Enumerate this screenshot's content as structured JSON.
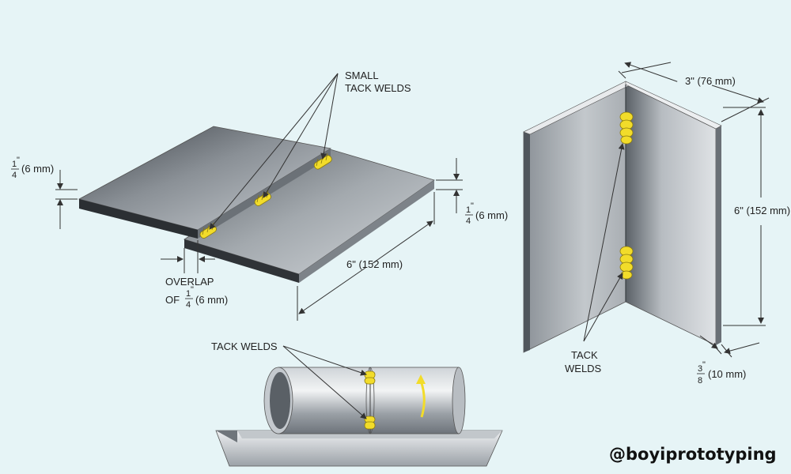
{
  "lap_joint": {
    "small_tack_welds_line1": "SMALL",
    "small_tack_welds_line2": "TACK WELDS",
    "thickness_top": {
      "num": "1",
      "den": "4",
      "inch": "\"",
      "mm": "(6 mm)"
    },
    "thickness_right": {
      "num": "1",
      "den": "4",
      "inch": "\"",
      "mm": "(6 mm)"
    },
    "length": "6\" (152 mm)",
    "overlap_line1": "OVERLAP",
    "overlap_of": "OF",
    "overlap_frac": {
      "num": "1",
      "den": "4",
      "inch": "\"",
      "mm": "(6 mm)"
    }
  },
  "corner_joint": {
    "width": "3\" (76 mm)",
    "height": "6\" (152 mm)",
    "tack_line1": "TACK",
    "tack_line2": "WELDS",
    "thickness": {
      "num": "3",
      "den": "8",
      "inch": "\"",
      "mm": "(10 mm)"
    }
  },
  "pipe_joint": {
    "tack_welds": "TACK WELDS"
  },
  "watermark": "@boyiprototyping",
  "colors": {
    "background": "#e6f4f6",
    "weld": "#f2dc2a",
    "metal_dark": "#4a4f55",
    "metal_light": "#c9ced3"
  }
}
